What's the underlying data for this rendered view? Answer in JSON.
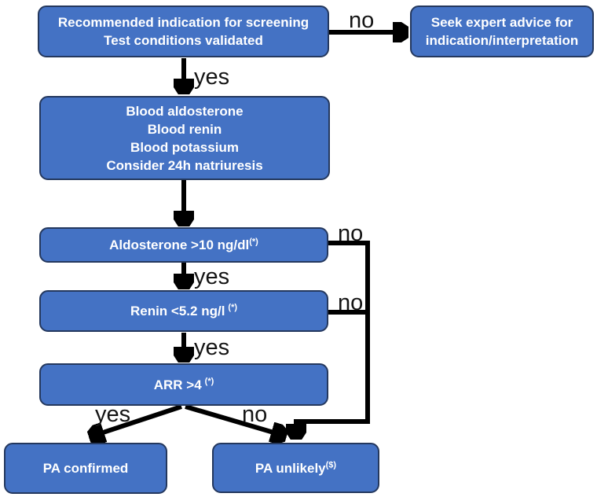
{
  "diagram": {
    "colors": {
      "node_fill": "#4472C4",
      "node_border": "#24385E",
      "node_text": "#FFFFFF",
      "connector": "#000000",
      "edge_label_text": "#141414"
    },
    "nodes": {
      "screening": {
        "line1": "Recommended indication for screening",
        "line2": "Test conditions validated"
      },
      "expert_advice": {
        "line1": "Seek expert advice for",
        "line2": "indication/interpretation"
      },
      "blood_tests": {
        "line1": "Blood aldosterone",
        "line2": "Blood renin",
        "line3": "Blood potassium",
        "line4": "Consider 24h natriuresis"
      },
      "aldosterone_check": {
        "text": "Aldosterone >10 ng/dl",
        "superscript": "(*)"
      },
      "renin_check": {
        "text": "Renin <5.2 ng/l",
        "superscript": "(*)"
      },
      "arr_check": {
        "text": "ARR >4",
        "superscript": "(*)"
      },
      "pa_confirmed": {
        "text": "PA confirmed"
      },
      "pa_unlikely": {
        "text": "PA unlikely",
        "superscript": "($)"
      }
    },
    "edge_labels": {
      "screening_no": "no",
      "screening_yes": "yes",
      "aldosterone_no": "no",
      "aldosterone_yes": "yes",
      "renin_no": "no",
      "renin_yes": "yes",
      "arr_yes": "yes",
      "arr_no": "no"
    }
  }
}
